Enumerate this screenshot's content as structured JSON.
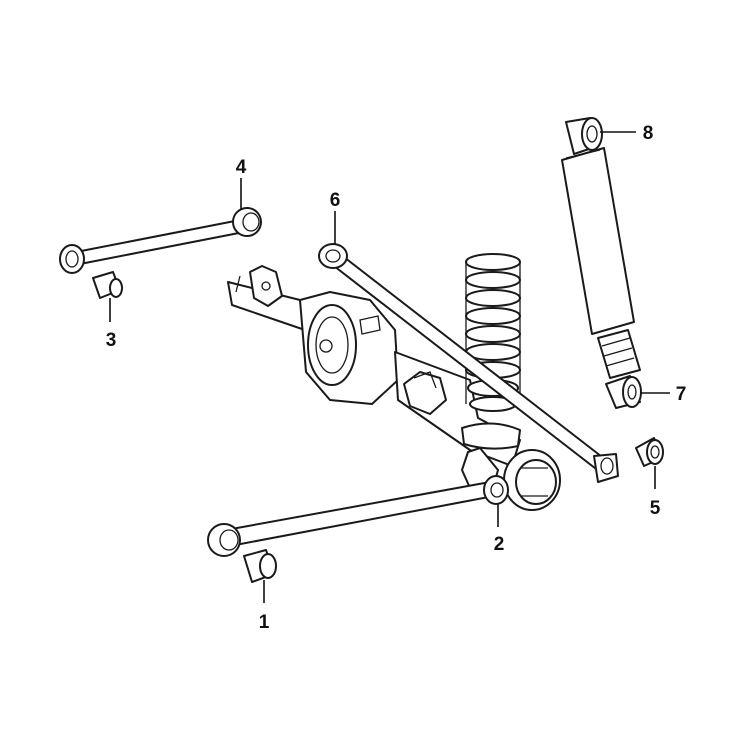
{
  "diagram": {
    "callouts": [
      "1",
      "2",
      "3",
      "4",
      "5",
      "6",
      "7",
      "8"
    ]
  },
  "colors": {
    "line": "#1a1a1a",
    "background": "#ffffff",
    "shading": "#e6e6e6"
  }
}
